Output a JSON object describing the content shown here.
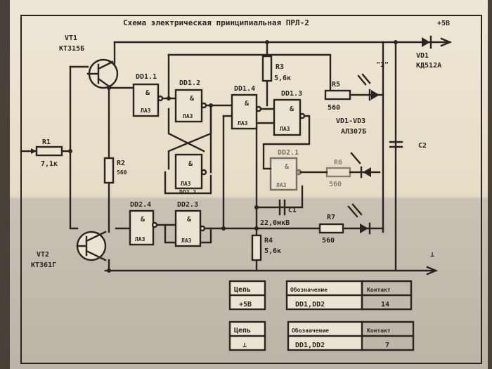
{
  "title": "Схема электрическая принципиальная ПРЛ-2",
  "power_plus": "+5В",
  "ground": "⊥",
  "components": {
    "vt1": {
      "ref": "VT1",
      "type": "КТ315Б"
    },
    "vt2": {
      "ref": "VT2",
      "type": "КТ361Г"
    },
    "r1": {
      "ref": "R1",
      "value": "7,1к"
    },
    "r2": {
      "ref": "R2",
      "value": "560"
    },
    "r3": {
      "ref": "R3",
      "value": "5,6к"
    },
    "r4": {
      "ref": "R4",
      "value": "5,6к"
    },
    "r5": {
      "ref": "R5",
      "value": "560"
    },
    "r6": {
      "ref": "R6",
      "value": "560"
    },
    "r7": {
      "ref": "R7",
      "value": "560"
    },
    "c1": {
      "ref": "C1",
      "value": "22,0мкВ"
    },
    "c2": {
      "ref": "С2"
    },
    "vd1": {
      "ref": "VD1",
      "type": "КД512А"
    },
    "leds": {
      "ref": "VD1-VD3",
      "type": "АЛ307Б"
    },
    "led_mark": "\"1\"",
    "dd11": {
      "ref": "DD1.1",
      "type": "ЛА3"
    },
    "dd12": {
      "ref": "DD1.2",
      "type": "ЛА3"
    },
    "dd13": {
      "ref": "DD1.3",
      "type": "ЛА3"
    },
    "dd14": {
      "ref": "DD1.4",
      "type": "ЛА3"
    },
    "dd21": {
      "ref": "DD2.1",
      "type": "ЛА3"
    },
    "dd22": {
      "ref": "DD2.2",
      "type": "ЛА3"
    },
    "dd23": {
      "ref": "DD2.3",
      "type": "ЛА3"
    },
    "dd24": {
      "ref": "DD2.4",
      "type": "ЛА3"
    },
    "and_sym": "&"
  },
  "power_table": [
    {
      "net_header": "Цепь",
      "net": "+5В",
      "desig_header": "Обозначение",
      "desig": "DD1,DD2",
      "pin_header": "Контакт",
      "pin": "14"
    },
    {
      "net_header": "Цепь",
      "net": "⊥",
      "desig_header": "Обозначение",
      "desig": "DD1,DD2",
      "pin_header": "Контакт",
      "pin": "7"
    }
  ]
}
